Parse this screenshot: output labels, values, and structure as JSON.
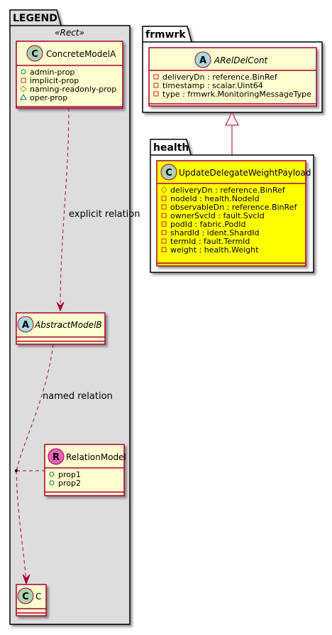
{
  "colors": {
    "class_fill": "#FEFECE",
    "class_border": "#A80036",
    "highlight_fill": "#FFFF00",
    "legend_package_fill": "#DDDDDD",
    "circle_class": "#ADD1B2",
    "circle_abstract": "#A9DCDF",
    "circle_relation": "#EB64B8"
  },
  "legend": {
    "title": "LEGEND",
    "stereotype": "«Rect»",
    "concrete": {
      "letter": "C",
      "name": "ConcreteModelA",
      "props": [
        {
          "vis": "+",
          "text": "admin-prop"
        },
        {
          "vis": "-",
          "text": "implicit-prop"
        },
        {
          "vis": "#",
          "text": "naming-readonly-prop"
        },
        {
          "vis": "~",
          "text": "oper-prop"
        }
      ]
    },
    "explicit_label": "explicit relation",
    "abstract": {
      "letter": "A",
      "name": "AbstractModelB"
    },
    "named_label": "named relation",
    "relation": {
      "letter": "R",
      "name": "RelationModel",
      "props": [
        {
          "vis": "+",
          "text": "prop1"
        },
        {
          "vis": "+",
          "text": "prop2"
        }
      ]
    },
    "c": {
      "letter": "C",
      "name": "C"
    }
  },
  "frmwrk": {
    "title": "frmwrk",
    "cls": {
      "letter": "A",
      "name": "ARelDelCont",
      "props": [
        {
          "vis": "-",
          "text": "deliveryDn : reference.BinRef"
        },
        {
          "vis": "-",
          "text": "timestamp : scalar.Uint64"
        },
        {
          "vis": "-",
          "text": "type : frmwrk.MonitoringMessageType"
        }
      ]
    }
  },
  "health": {
    "title": "health",
    "cls": {
      "letter": "C",
      "name": "UpdateDelegateWeightPayload",
      "props": [
        {
          "vis": "#",
          "text": "deliveryDn : reference.BinRef"
        },
        {
          "vis": "-",
          "text": "nodeId : health.NodeId"
        },
        {
          "vis": "-",
          "text": "observableDn : reference.BinRef"
        },
        {
          "vis": "-",
          "text": "ownerSvcId : fault.SvcId"
        },
        {
          "vis": "-",
          "text": "podId : fabric.PodId"
        },
        {
          "vis": "-",
          "text": "shardId : ident.ShardId"
        },
        {
          "vis": "-",
          "text": "termId : fault.TermId"
        },
        {
          "vis": "-",
          "text": "weight : health.Weight"
        }
      ]
    }
  }
}
